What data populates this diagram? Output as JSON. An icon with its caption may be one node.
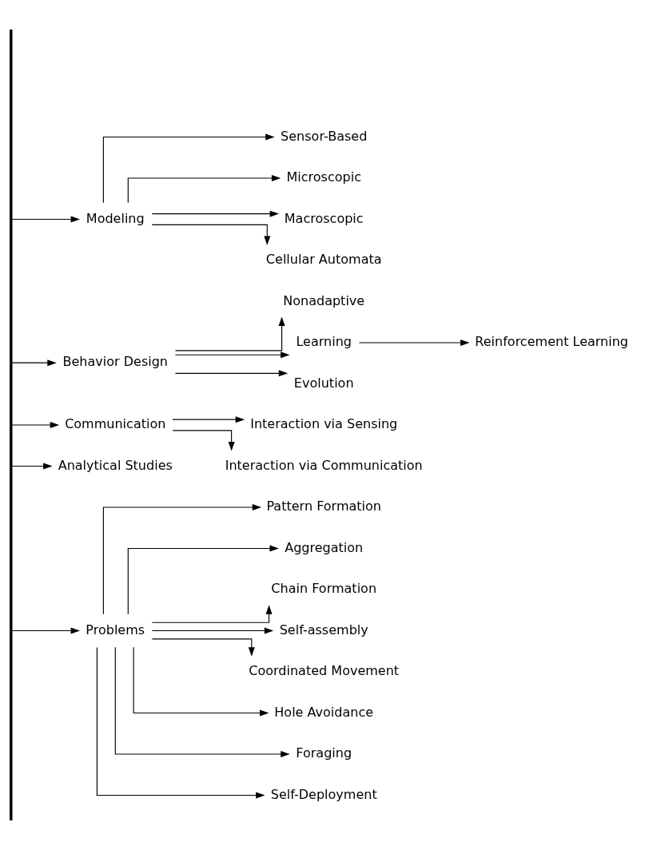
{
  "diagram": {
    "nodes": [
      {
        "text": [],
        "shape": "bar"
      },
      {
        "text": [
          "Modeling"
        ]
      },
      {
        "text": [
          "Sensor-Based"
        ]
      },
      {
        "text": [
          "Microscopic"
        ]
      },
      {
        "text": [
          "Macroscopic"
        ]
      },
      {
        "text": [
          "Cellular Automata"
        ]
      },
      {
        "text": [
          "Behavior Design"
        ]
      },
      {
        "text": [
          "Nonadaptive"
        ]
      },
      {
        "text": [
          "Learning"
        ]
      },
      {
        "text": [
          "Evolution"
        ]
      },
      {
        "text": [
          "Reinforcement Learning"
        ]
      },
      {
        "text": [
          "Communication"
        ]
      },
      {
        "text": [
          "Interaction via Sensing"
        ]
      },
      {
        "text": [
          "Interaction via Communication"
        ]
      },
      {
        "text": [
          "Analytical Studies"
        ]
      },
      {
        "text": [
          "Problems"
        ]
      },
      {
        "text": [
          "Pattern Formation"
        ]
      },
      {
        "text": [
          "Aggregation"
        ]
      },
      {
        "text": [
          "Chain Formation"
        ]
      },
      {
        "text": [
          "Self-assembly"
        ]
      },
      {
        "text": [
          "Coordinated Movement"
        ]
      },
      {
        "text": [
          "Hole Avoidance"
        ]
      },
      {
        "text": [
          "Foraging"
        ]
      },
      {
        "text": [
          "Self-Deployment"
        ]
      }
    ],
    "edges": [
      {
        "from": 0,
        "to": 1,
        "arrow": "to"
      },
      {
        "from": 1,
        "to": 2,
        "arrow": "to"
      },
      {
        "from": 1,
        "to": 3,
        "arrow": "to"
      },
      {
        "from": 1,
        "to": 4,
        "arrow": "to"
      },
      {
        "from": 1,
        "to": 5,
        "arrow": "to"
      },
      {
        "from": 0,
        "to": 6,
        "arrow": "to"
      },
      {
        "from": 6,
        "to": 7,
        "arrow": "to"
      },
      {
        "from": 6,
        "to": 8,
        "arrow": "to"
      },
      {
        "from": 6,
        "to": 9,
        "arrow": "to"
      },
      {
        "from": 8,
        "to": 10,
        "arrow": "to"
      },
      {
        "from": 0,
        "to": 11,
        "arrow": "to"
      },
      {
        "from": 11,
        "to": 12,
        "arrow": "to"
      },
      {
        "from": 11,
        "to": 13,
        "arrow": "to"
      },
      {
        "from": 0,
        "to": 14,
        "arrow": "to"
      },
      {
        "from": 0,
        "to": 15,
        "arrow": "to"
      },
      {
        "from": 15,
        "to": 16,
        "arrow": "to"
      },
      {
        "from": 15,
        "to": 17,
        "arrow": "to"
      },
      {
        "from": 15,
        "to": 18,
        "arrow": "to"
      },
      {
        "from": 15,
        "to": 19,
        "arrow": "to"
      },
      {
        "from": 15,
        "to": 20,
        "arrow": "to"
      },
      {
        "from": 15,
        "to": 21,
        "arrow": "to"
      },
      {
        "from": 15,
        "to": 22,
        "arrow": "to"
      },
      {
        "from": 15,
        "to": 23,
        "arrow": "to"
      }
    ]
  }
}
